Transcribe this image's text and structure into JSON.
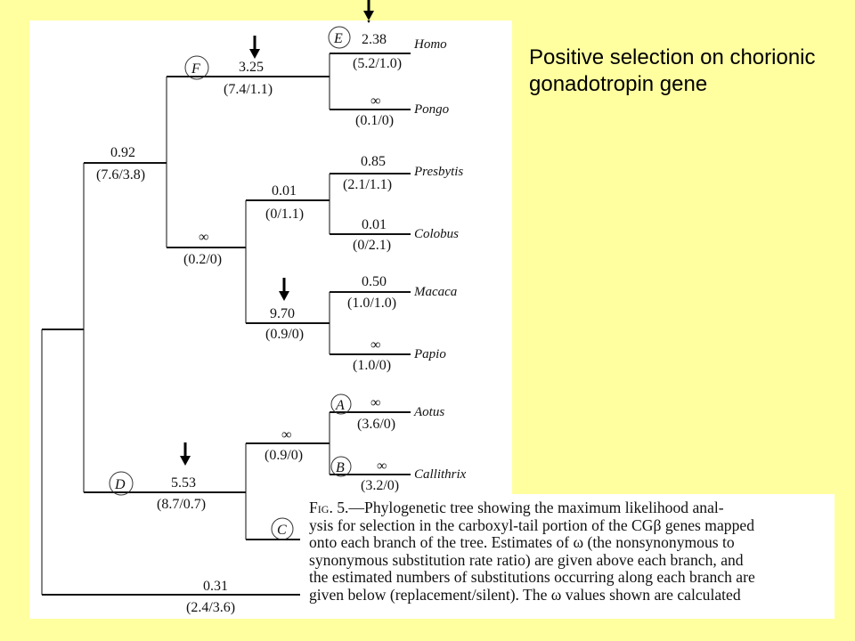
{
  "title": "Positive selection on chorionic gonadotropin gene",
  "taxa": [
    "Homo",
    "Pongo",
    "Presbytis",
    "Colobus",
    "Macaca",
    "Papio",
    "Aotus",
    "Callithrix"
  ],
  "nodes": {
    "E": "E",
    "F": "F",
    "D": "D",
    "A": "A",
    "B": "B",
    "C": "C"
  },
  "branch_labels": {
    "homo": {
      "omega": "2.38",
      "subs": "(5.2/1.0)"
    },
    "pongo": {
      "omega": "∞",
      "subs": "(0.1/0)"
    },
    "F": {
      "omega": "3.25",
      "subs": "(7.4/1.1)"
    },
    "presbytis": {
      "omega": "0.85",
      "subs": "(2.1/1.1)"
    },
    "colobus": {
      "omega": "0.01",
      "subs": "(0/2.1)"
    },
    "colobinae": {
      "omega": "0.01",
      "subs": "(0/1.1)"
    },
    "macaca": {
      "omega": "0.50",
      "subs": "(1.0/1.0)"
    },
    "papio": {
      "omega": "∞",
      "subs": "(1.0/0)"
    },
    "cercopith": {
      "omega": "9.70",
      "subs": "(0.9/0)"
    },
    "oldworld": {
      "omega": "∞",
      "subs": "(0.2/0)"
    },
    "catarrhine": {
      "omega": "0.92",
      "subs": "(7.6/3.8)"
    },
    "aotus": {
      "omega": "∞",
      "subs": "(3.6/0)"
    },
    "callithrix": {
      "omega": "∞",
      "subs": "(3.2/0)"
    },
    "AB": {
      "omega": "∞",
      "subs": "(0.9/0)"
    },
    "D": {
      "omega": "5.53",
      "subs": "(8.7/0.7)"
    },
    "outgroup": {
      "omega": "0.31",
      "subs": "(2.4/3.6)"
    }
  },
  "caption": {
    "fig_label": "Fig. 5.",
    "lines": [
      "—Phylogenetic tree showing the maximum likelihood anal-",
      "ysis for selection in the carboxyl-tail portion of the CGβ genes mapped",
      "onto each branch of the tree. Estimates of ω (the nonsynonymous to",
      "synonymous substitution rate ratio) are given above each branch, and",
      "the estimated numbers of substitutions occurring along each branch are",
      "given below (replacement/silent). The ω values shown are calculated"
    ]
  }
}
